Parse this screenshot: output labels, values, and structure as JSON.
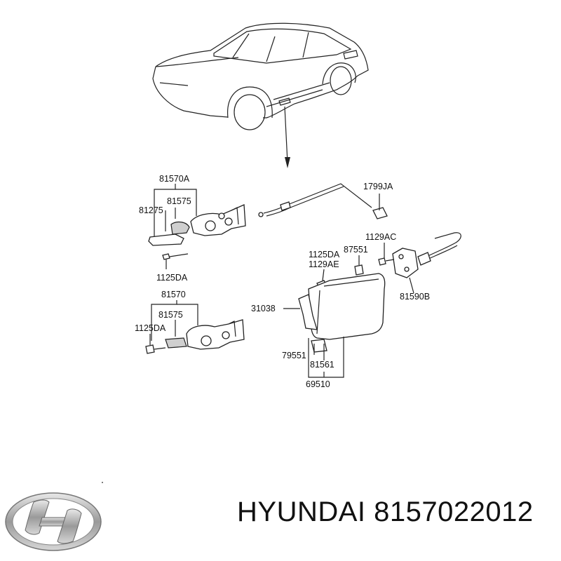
{
  "labels": {
    "l81570A": "81570A",
    "l81575a": "81575",
    "l81275": "81275",
    "l1125DAa": "1125DA",
    "l81570": "81570",
    "l81575b": "81575",
    "l1125DAb": "1125DA",
    "l1799JA": "1799JA",
    "l1129AC": "1129AC",
    "l1125DAc": "1125DA",
    "l1129AE": "1129AE",
    "l87551": "87551",
    "l81590B": "81590B",
    "l31038": "31038",
    "l79551": "79551",
    "l81561": "81561",
    "l69510": "69510"
  },
  "footer": {
    "brand_part": "HYUNDAI 8157022012",
    "logo": "hyundai-logo"
  }
}
